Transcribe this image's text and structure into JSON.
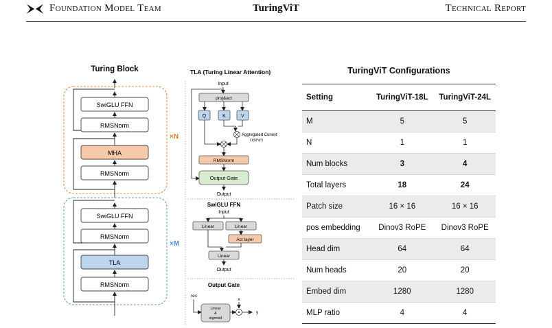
{
  "header": {
    "left": "Foundation Model Team",
    "center": "TuringViT",
    "right": "Technical Report"
  },
  "figure": {
    "turing_block": {
      "title": "Turing Block",
      "upper_stack": [
        "SwiGLU FFN",
        "RMSNorm",
        "MHA",
        "RMSNorm"
      ],
      "upper_repeat": "×N",
      "lower_stack": [
        "SwiGLU FFN",
        "RMSNorm",
        "TLA",
        "RMSNorm"
      ],
      "lower_repeat": "×M"
    },
    "tla": {
      "title": "TLA (Turing Linear Attention)",
      "input": "Input",
      "proj": "proj&act",
      "q": "Q",
      "k": "K",
      "v": "V",
      "aggregated": "Aggregated Conext",
      "complexity": "O(N*d²)",
      "rmsnorm": "RMSNorm",
      "gate": "Output Gate",
      "output": "Output"
    },
    "swiglu": {
      "title": "SwiGLU FFN",
      "input": "Input",
      "linear_left": "Linear",
      "linear_right": "Linear",
      "act": "Act layer",
      "linear_bottom": "Linear",
      "output": "Output"
    },
    "output_gate": {
      "title": "Output Gate",
      "res": "res",
      "x": "x",
      "y": "y",
      "block_line1": "Linear",
      "block_line2": "&",
      "block_line3": "sigmoid"
    }
  },
  "table": {
    "title": "TuringViT Configurations",
    "headers": [
      "Setting",
      "TuringViT-18L",
      "TuringViT-24L"
    ],
    "rows": [
      [
        "M",
        "5",
        "5"
      ],
      [
        "N",
        "1",
        "1"
      ],
      [
        "Num blocks",
        "3",
        "4"
      ],
      [
        "Total layers",
        "18",
        "24"
      ],
      [
        "Patch size",
        "16 × 16",
        "16 × 16"
      ],
      [
        "pos embedding",
        "Dinov3 RoPE",
        "Dinov3 RoPE"
      ],
      [
        "Head dim",
        "64",
        "64"
      ],
      [
        "Num heads",
        "20",
        "20"
      ],
      [
        "Embed dim",
        "1280",
        "1280"
      ],
      [
        "MLP ratio",
        "4",
        "4"
      ]
    ]
  },
  "colors": {
    "orange_dash": "#e8944f",
    "blue_dash": "#6f9ed6",
    "mha_fill": "#f6c9ab",
    "tla_fill": "#bcd4ee",
    "gate_fill": "#d8ecd0",
    "rms_fill": "#f6c9ab",
    "repeat_n": "#e07a2e",
    "repeat_m": "#4f8fd0",
    "row_stripe": "#ebebeb"
  }
}
